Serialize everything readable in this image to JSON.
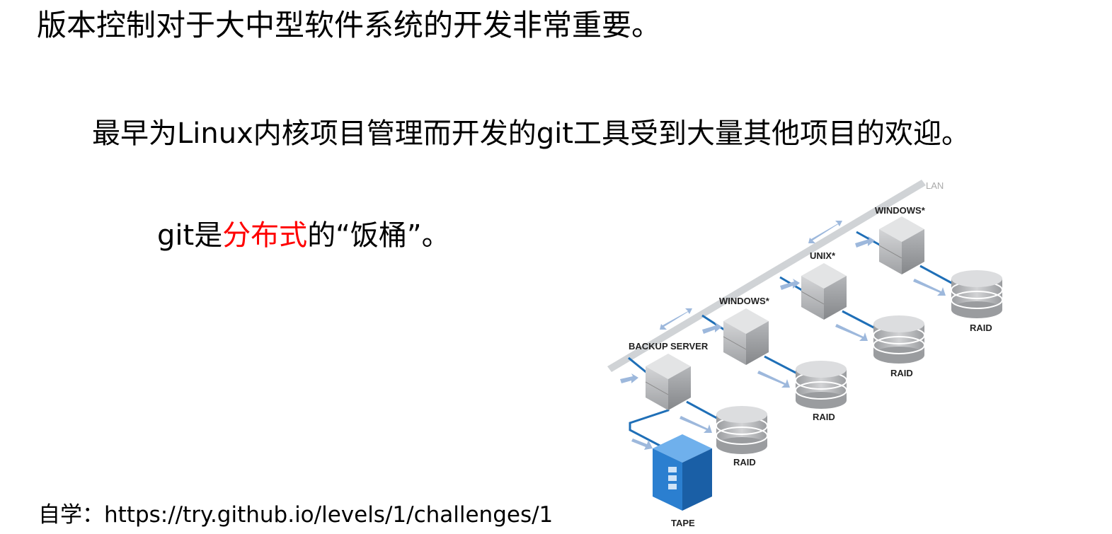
{
  "slide": {
    "line1": "版本控制对于大中型软件系统的开发非常重要。",
    "line2": "最早为Linux内核项目管理而开发的git工具受到大量其他项目的欢迎。",
    "line3_prefix": "git是",
    "line3_highlight": "分布式",
    "line3_suffix": "的“饭桶”。",
    "footer": "自学：https://try.github.io/levels/1/challenges/1"
  },
  "diagram": {
    "lan_label": "LAN",
    "servers": [
      {
        "label": "BACKUP SERVER",
        "storage": "TAPE"
      },
      {
        "label": "WINDOWS*",
        "storage": "RAID"
      },
      {
        "label": "UNIX*",
        "storage": "RAID"
      },
      {
        "label": "WINDOWS*",
        "storage": "RAID"
      }
    ],
    "backup_raid": "RAID",
    "colors": {
      "cable": "#1f6fb7",
      "arrow": "#9db8dc",
      "lan": "#d0d3d6",
      "server": "#bcbec0",
      "tape": "#2b7fd0"
    }
  }
}
